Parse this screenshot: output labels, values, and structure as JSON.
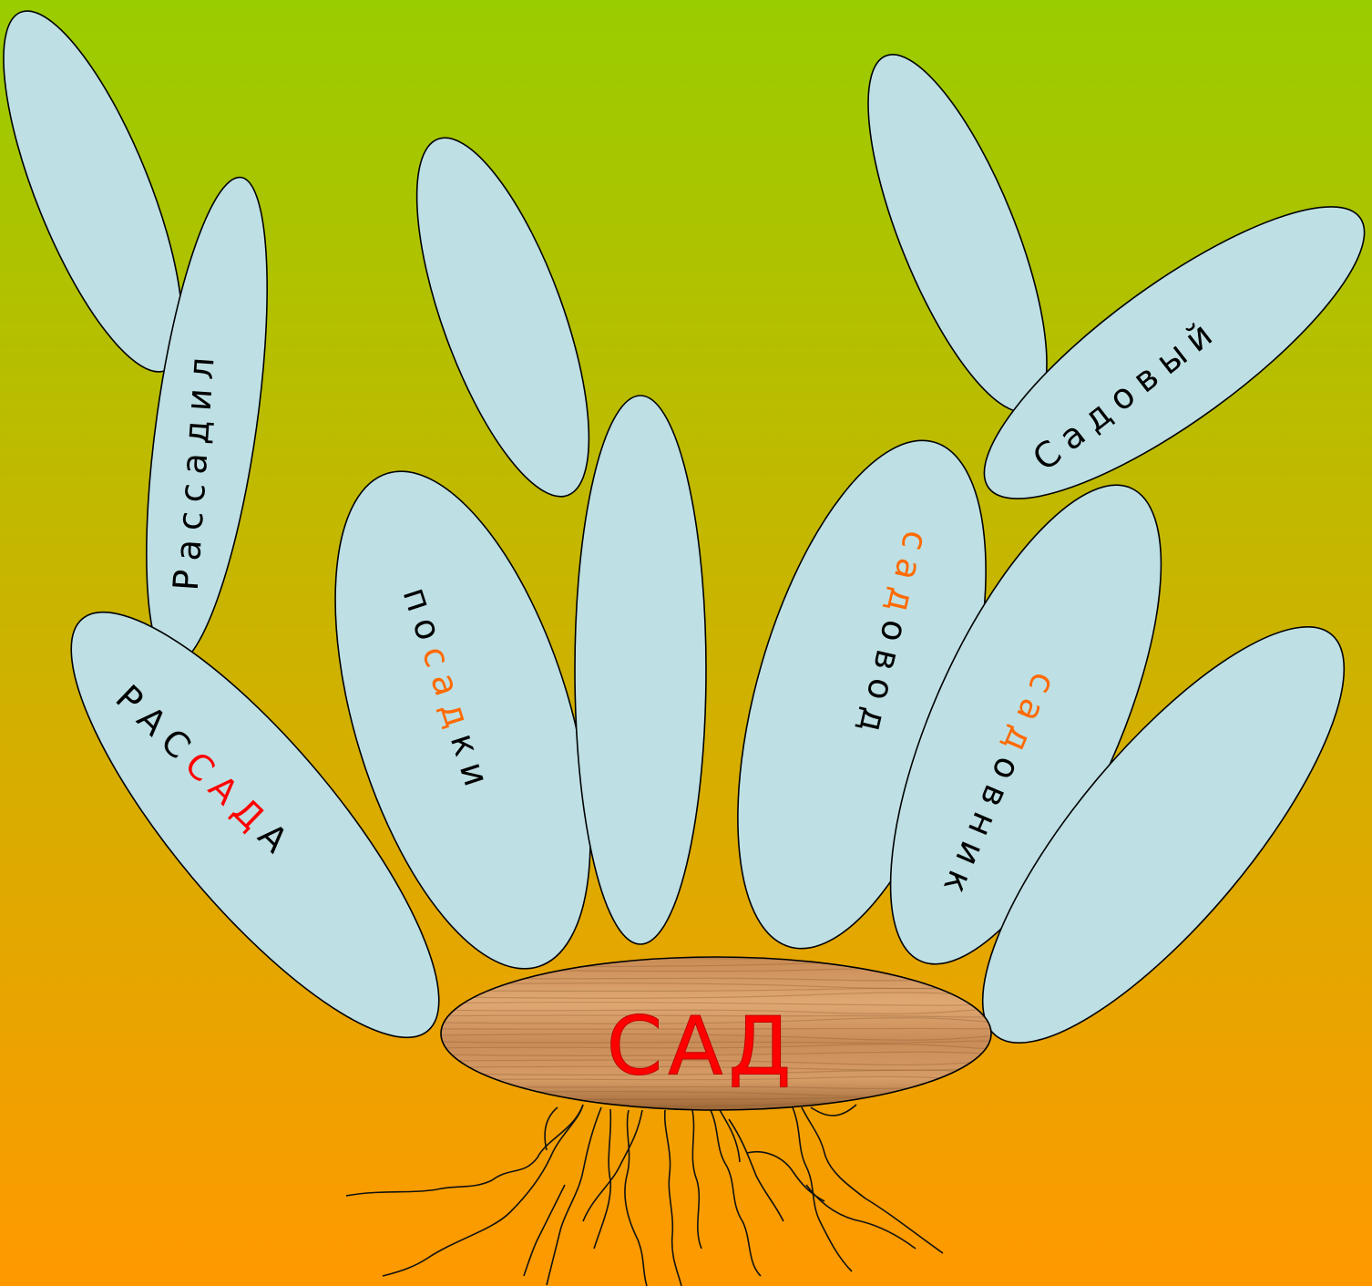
{
  "diagram": {
    "title": "",
    "root_word": "САД",
    "colors": {
      "background_top": "#9acd00",
      "background_bottom": "#ff9900",
      "leaf_fill": "#bee0e4",
      "root_highlight": "#ff0000",
      "orange_highlight": "#ff6a00",
      "text": "#000000",
      "wood_light": "#d9a06a",
      "wood_dark": "#8a5a2e"
    },
    "words": [
      {
        "id": "rassadil",
        "text": "Рассадил",
        "parts": [
          {
            "t": "Рассадил",
            "style": "normal"
          }
        ]
      },
      {
        "id": "rassada",
        "text": "РАССАДА",
        "parts": [
          {
            "t": "РАС",
            "style": "normal"
          },
          {
            "t": "САД",
            "style": "red"
          },
          {
            "t": "А",
            "style": "normal"
          }
        ]
      },
      {
        "id": "posadki",
        "text": "посадки",
        "parts": [
          {
            "t": "по",
            "style": "normal"
          },
          {
            "t": "сад",
            "style": "orange"
          },
          {
            "t": "ки",
            "style": "normal"
          }
        ]
      },
      {
        "id": "sadovod",
        "text": "садовод",
        "parts": [
          {
            "t": "сад",
            "style": "orange"
          },
          {
            "t": "овод",
            "style": "normal"
          }
        ]
      },
      {
        "id": "sadovnik",
        "text": "садовник",
        "parts": [
          {
            "t": "сад",
            "style": "orange"
          },
          {
            "t": "овник",
            "style": "normal"
          }
        ]
      },
      {
        "id": "sadovyy",
        "text": "Садовый",
        "parts": [
          {
            "t": "Садовый",
            "style": "normal"
          }
        ]
      }
    ]
  }
}
